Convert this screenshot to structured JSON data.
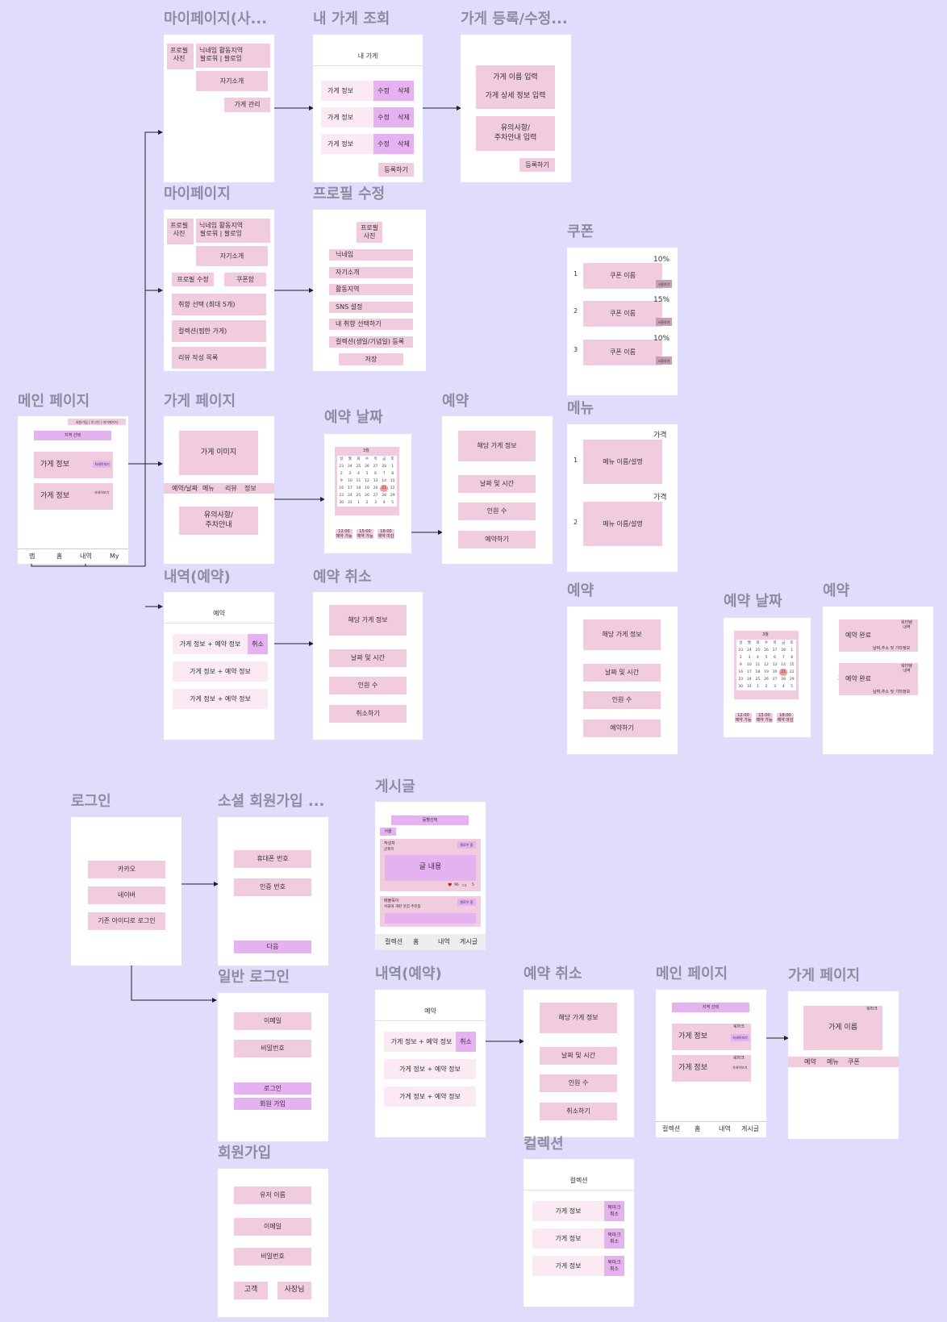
{
  "titles": {
    "mypage_owner": "마이페이지(사...",
    "my_store": "내 가게 조회",
    "store_edit": "가게 등록/수정...",
    "mypage": "마이페이지",
    "profile_edit": "프로필 수정",
    "coupon": "쿠폰",
    "main": "메인 페이지",
    "store_page": "가게 페이지",
    "res_date": "예약 날짜",
    "reserve": "예약",
    "menu": "메뉴",
    "history": "내역(예약)",
    "res_cancel": "예약 취소",
    "reserve2": "예약",
    "res_date2": "예약 날짜",
    "reserve3": "예약",
    "login": "로그인",
    "social_signup": "소셜 회원가입 ...",
    "post": "게시글",
    "general_login": "일반 로그인",
    "signup": "회원가입",
    "history2": "내역(예약)",
    "res_cancel2": "예약 취소",
    "main2": "메인 페이지",
    "store_page2": "가게 페이지",
    "collection": "컬렉션"
  },
  "common": {
    "profile_photo": "프로필\n사진",
    "nick_area": "닉네임          활동지역\n팔로워 | 팔로잉",
    "intro": "자기소개",
    "store_info": "가게 정보",
    "store_res_info": "가게 정보 + 예약 정보",
    "edit": "수정",
    "delete": "삭제",
    "cancel": "취소",
    "register": "등록하기",
    "this_store_info": "해당 가게 정보",
    "datetime": "날짜 및 시간",
    "people": "인원 수",
    "do_reserve": "예약하기",
    "do_cancel": "취소하기",
    "reserve": "예약",
    "detail_view": "자세히보기",
    "bookmark": "북마크",
    "bookmark_cancel": "북마크\n취소"
  },
  "mypage_owner": {
    "store_manage": "가게 관리"
  },
  "my_store": {
    "header": "내 가게"
  },
  "store_edit": {
    "name_detail": "가게 이름 입력\n\n가게 상세 정보 입력",
    "notice": "유의사항/\n주차안내 입력"
  },
  "mypage": {
    "profile_edit": "프로필 수정",
    "coupon_box": "쿠폰함",
    "taste": "취향 선택 (최대 5개)",
    "collection": "컬렉션(찜한 가게)",
    "reviews": "리뷰 작성 목록"
  },
  "profile_edit": {
    "fields": [
      "닉네임",
      "자기소개",
      "활동지역",
      "SNS 설정",
      "내 취향 선택하기",
      "컬렉션(생일/기념일) 등록"
    ],
    "save": "저장"
  },
  "coupon": {
    "items": [
      {
        "no": "1",
        "name": "쿠폰 이름",
        "pct": "10%",
        "use": "사용하기"
      },
      {
        "no": "2",
        "name": "쿠폰 이름",
        "pct": "15%",
        "use": "사용하기"
      },
      {
        "no": "3",
        "name": "쿠폰 이름",
        "pct": "10%",
        "use": "사용하기"
      }
    ]
  },
  "main": {
    "top_links": "회원가입 | 로그인 | 마이페이지",
    "region": "지역 선택",
    "nav": [
      "맵",
      "홈",
      "내역",
      "My"
    ]
  },
  "store_page": {
    "image": "가게 이미지",
    "tabs": [
      "예약/날짜",
      "메뉴",
      "리뷰",
      "정보"
    ],
    "notice": "유의사항/\n주차안내"
  },
  "calendar": {
    "month": "3월",
    "days": [
      "일",
      "월",
      "화",
      "수",
      "목",
      "금",
      "토"
    ],
    "rows": [
      [
        "23",
        "24",
        "25",
        "26",
        "27",
        "28",
        "1"
      ],
      [
        "2",
        "3",
        "4",
        "5",
        "6",
        "7",
        "8"
      ],
      [
        "9",
        "10",
        "11",
        "12",
        "13",
        "14",
        "15"
      ],
      [
        "16",
        "17",
        "18",
        "19",
        "20",
        "21",
        "22"
      ],
      [
        "23",
        "24",
        "25",
        "26",
        "27",
        "28",
        "29"
      ],
      [
        "30",
        "31",
        "1",
        "2",
        "3",
        "4",
        "5"
      ]
    ],
    "highlight": "21",
    "slots": [
      "12:00\n예약 가능",
      "15:00\n예약 가능",
      "18:00\n예약 마감"
    ]
  },
  "menu": {
    "items": [
      {
        "no": "1",
        "name": "메뉴 이름/설명",
        "price": "가격"
      },
      {
        "no": "2",
        "name": "메뉴 이름/설명",
        "price": "가격"
      }
    ]
  },
  "reserve3": {
    "items": [
      {
        "no": "1",
        "status": "예약 완료",
        "side": "워터탱\n내역",
        "detail": "날짜,추소 및 기타정보"
      },
      {
        "no": "2",
        "status": "예약 완료",
        "side": "워터탱\n내역",
        "detail": "날짜,추소 및 기타정보"
      }
    ]
  },
  "login": {
    "kakao": "카카오",
    "naver": "네이버",
    "id_login": "기존 아이디로 로그인"
  },
  "social_signup": {
    "phone": "휴대폰 번호",
    "code": "인증 번호",
    "next": "다음"
  },
  "general_login": {
    "email": "이메일",
    "password": "비밀번호",
    "login": "로그인",
    "signup": "회원 가입"
  },
  "signup": {
    "username": "유저 이름",
    "email": "이메일",
    "password": "비밀번호",
    "customer": "고객",
    "owner": "사장님"
  },
  "post": {
    "region_select": "동별선택",
    "seoul": "서울",
    "author": "작성자",
    "post_title": "글제목",
    "content": "글 내용",
    "likes": "96",
    "comments": "5",
    "profile_view": "팔로우 중",
    "author2": "배불뚝이",
    "post2": "서울에 개판 맛집 추천좀",
    "nav": [
      "컬렉션",
      "홈",
      "내역",
      "게시글"
    ]
  },
  "main2": {
    "region": "지역 선택",
    "nav": [
      "컬렉션",
      "홈",
      "내역",
      "게시글"
    ]
  },
  "store_page2": {
    "name": "가게 이름",
    "tabs": [
      "예약",
      "메뉴",
      "쿠폰"
    ]
  },
  "collection": {
    "header": "컬렉션"
  }
}
